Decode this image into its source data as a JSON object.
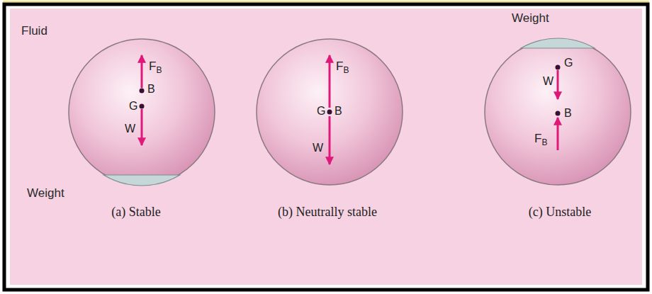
{
  "diagram": {
    "nodes": [
      {
        "text": [
          "FB",
          "B",
          "G",
          "W",
          "(a) Stable"
        ]
      },
      {
        "text": [
          "FB",
          "G",
          "B",
          "W",
          "(b) Neutrally stable"
        ]
      },
      {
        "text": [
          "G",
          "W",
          "B",
          "FB",
          "(c) Unstable"
        ]
      }
    ],
    "labels": [
      "Fluid",
      "Weight",
      "Weight"
    ]
  }
}
